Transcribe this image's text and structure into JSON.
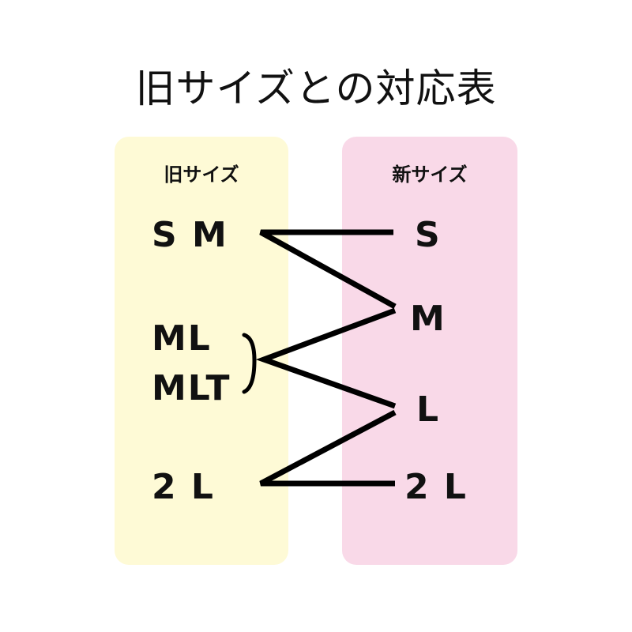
{
  "title": "旧サイズとの対応表",
  "colors": {
    "old_panel": "#fefad6",
    "new_panel": "#f9d9e8",
    "line": "#000000"
  },
  "old": {
    "header": "旧サイズ",
    "sizes": [
      "S M",
      "ML",
      "MLT",
      "2 L"
    ]
  },
  "new": {
    "header": "新サイズ",
    "sizes": [
      "S",
      "M",
      "L",
      "2 L"
    ]
  },
  "mappings": [
    {
      "from": "SM",
      "to": [
        "S",
        "M"
      ]
    },
    {
      "from": "ML / MLT",
      "to": [
        "M",
        "L"
      ]
    },
    {
      "from": "2L",
      "to": [
        "L",
        "2L"
      ]
    }
  ]
}
